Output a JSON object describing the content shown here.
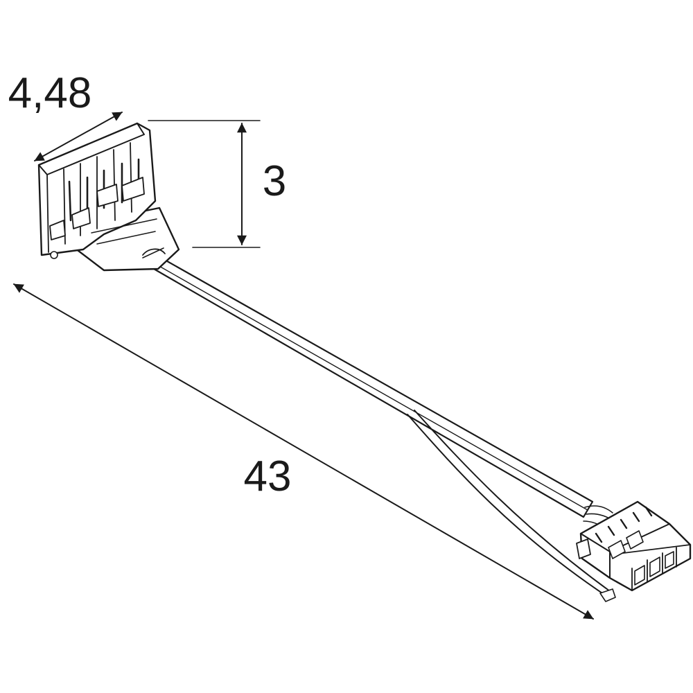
{
  "dimensions": {
    "width": "4,48",
    "height": "3",
    "length": "43"
  },
  "colors": {
    "line": "#1a1a1a",
    "background": "#ffffff"
  }
}
